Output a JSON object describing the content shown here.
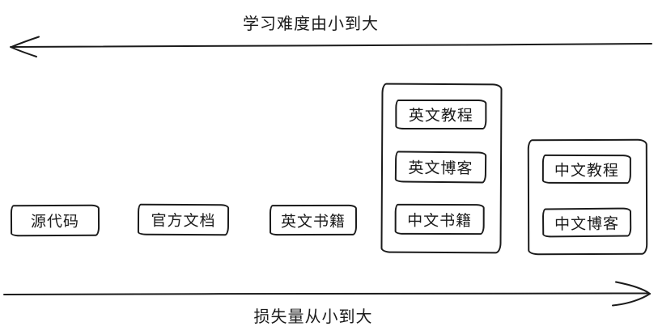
{
  "colors": {
    "stroke": "#1b1b1b",
    "background": "#ffffff"
  },
  "axes": {
    "top": {
      "label": "学习难度由小到大",
      "direction": "left"
    },
    "bottom": {
      "label": "损失量从小到大",
      "direction": "right"
    }
  },
  "nodes": [
    {
      "label": "源代码"
    },
    {
      "label": "官方文档"
    },
    {
      "label": "英文书籍"
    }
  ],
  "groups": [
    {
      "items": [
        {
          "label": "英文教程"
        },
        {
          "label": "英文博客"
        },
        {
          "label": "中文书籍"
        }
      ]
    },
    {
      "items": [
        {
          "label": "中文教程"
        },
        {
          "label": "中文博客"
        }
      ]
    }
  ]
}
